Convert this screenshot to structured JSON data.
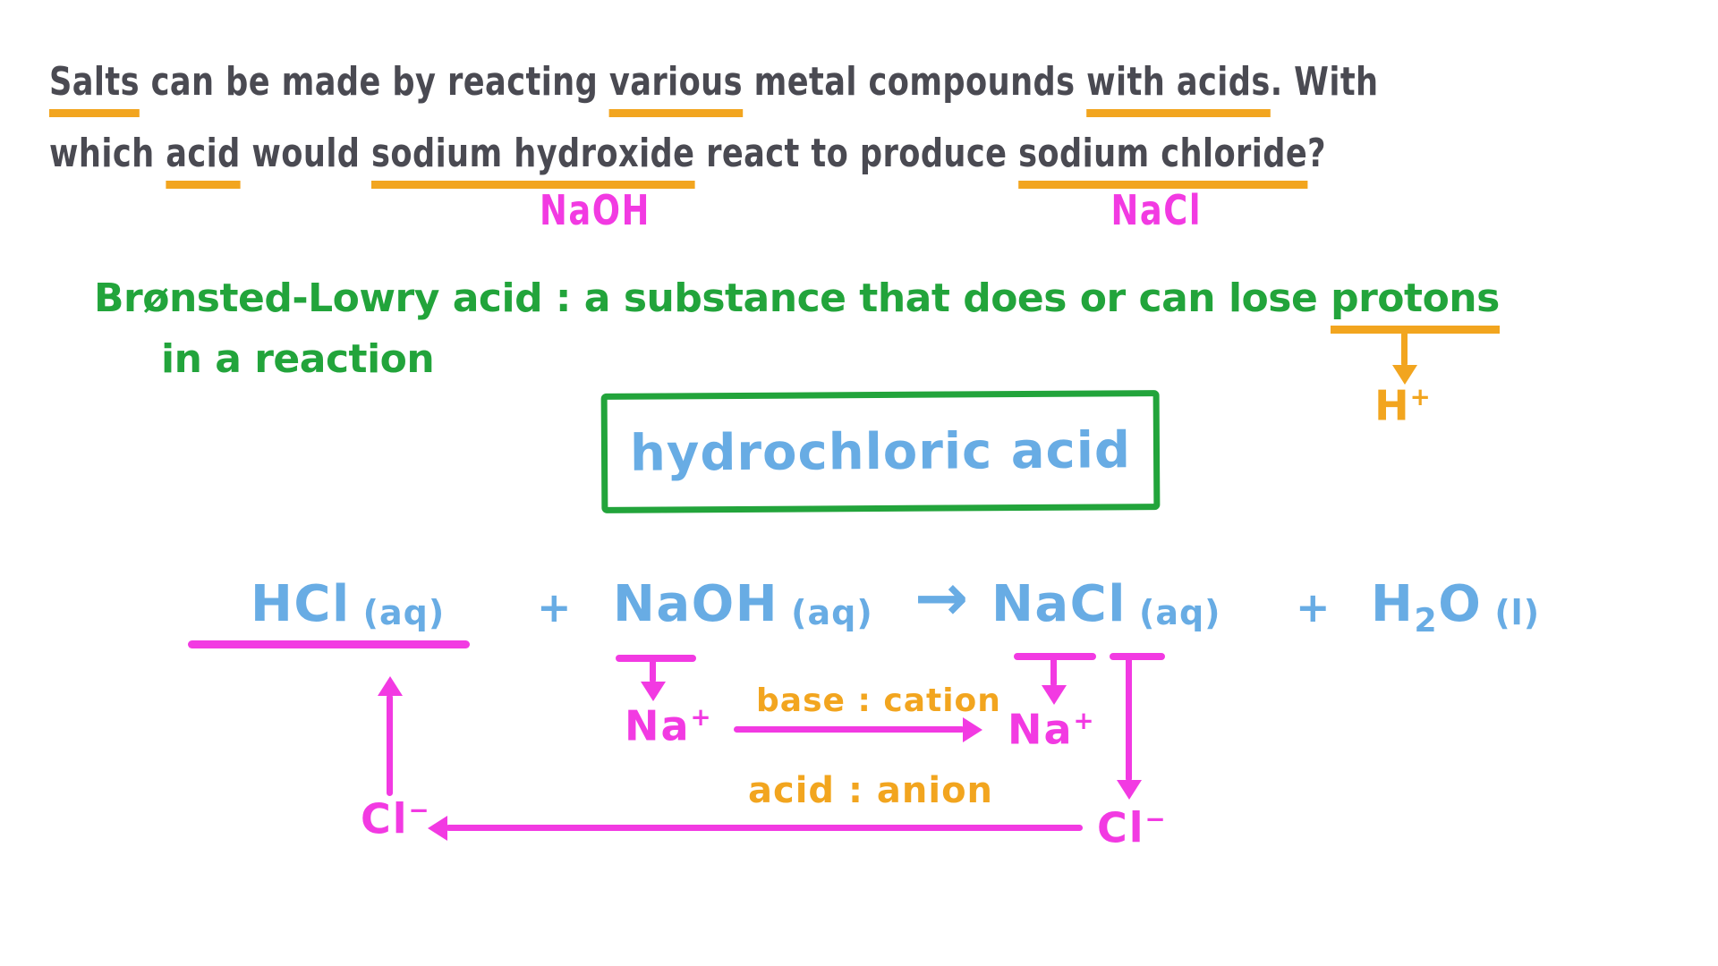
{
  "colors": {
    "ink": "#4a4a52",
    "orange": "#f2a51f",
    "pink": "#f23ae2",
    "green": "#22a43b",
    "blue": "#68ace4",
    "bg": "#ffffff"
  },
  "question": {
    "line1": [
      {
        "t": "Salts",
        "u": true
      },
      {
        "t": " can be made by reacting "
      },
      {
        "t": "various",
        "u": true
      },
      {
        "t": " metal compounds "
      },
      {
        "t": "with acids",
        "u": true
      },
      {
        "t": ". With"
      }
    ],
    "line2": [
      {
        "t": "which "
      },
      {
        "t": "acid",
        "u": true
      },
      {
        "t": " would "
      },
      {
        "t": "sodium hydroxide",
        "u": true
      },
      {
        "t": " react to produce "
      },
      {
        "t": "sodium chloride",
        "u": true
      },
      {
        "t": "?"
      }
    ],
    "label_naoh": "NaOH",
    "label_nacl": "NaCl"
  },
  "definition": {
    "line1_before": "Brønsted-Lowry acid : a substance that does or can lose ",
    "protons": "protons",
    "line2": "in a reaction",
    "proton_symbol": "H",
    "proton_charge": "+"
  },
  "answer": {
    "text": "hydrochloric acid"
  },
  "equation": {
    "hcl": "HCl",
    "hcl_state": "(aq)",
    "plus": "+",
    "naoh": "NaOH",
    "naoh_state": "(aq)",
    "arrow": "→",
    "nacl": "NaCl",
    "nacl_state": "(aq)",
    "h2o_h": "H",
    "h2o_sub": "2",
    "h2o_o": "O",
    "h2o_state": "(l)"
  },
  "ions": {
    "na": {
      "symbol": "Na",
      "charge": "+"
    },
    "cl": {
      "symbol": "Cl",
      "charge": "−"
    }
  },
  "flow_labels": {
    "base_cation": "base : cation",
    "acid_anion": "acid : anion"
  }
}
